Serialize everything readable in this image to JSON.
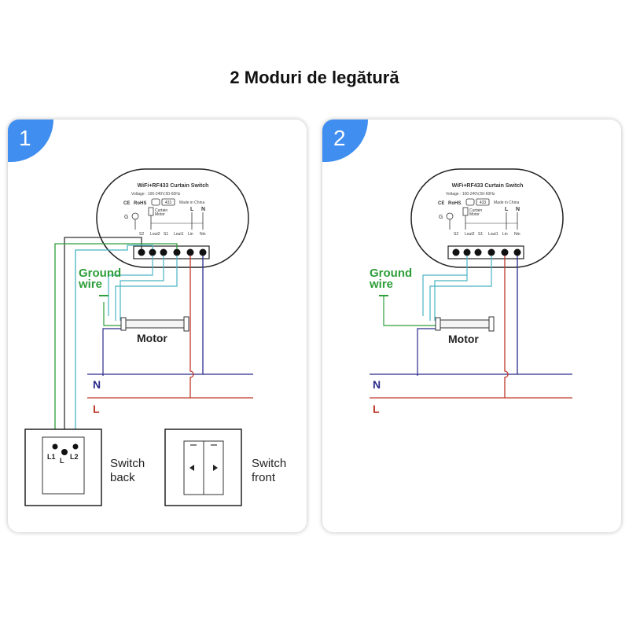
{
  "page": {
    "title": "2 Moduri de legătură"
  },
  "device": {
    "title": "WiFi+RF433 Curtain Switch",
    "voltage": "Voltage : 100-240V,50-60Hz",
    "cert_ce": "CE",
    "cert_rohs": "RoHS",
    "cert_rf": "433",
    "made_in": "Made in China",
    "ground_letter": "G",
    "curtain_label": "Curtain",
    "motor_small": "Motor",
    "label_L": "L",
    "label_N": "N",
    "terminals": [
      "S2",
      "Lout2",
      "S1",
      "Lout1",
      "Lin",
      "Nin"
    ]
  },
  "labels": {
    "ground_line1": "Ground",
    "ground_line2": "wire",
    "motor": "Motor",
    "bus_n": "N",
    "bus_l": "L",
    "switch_back_line1": "Switch",
    "switch_back_line2": "back",
    "switch_front_line1": "Switch",
    "switch_front_line2": "front",
    "switch_l1": "L1",
    "switch_l": "L",
    "switch_l2": "L2"
  },
  "panels": [
    {
      "number": "1"
    },
    {
      "number": "2"
    }
  ],
  "colors": {
    "neutral_wire": "#2a2a8a",
    "live_wire": "#c0392b",
    "cyan_wire": "#49b4c4",
    "green_wire": "#2e9e3a",
    "ground_text": "#2e9e3a",
    "badge": "#3f8ef0"
  }
}
